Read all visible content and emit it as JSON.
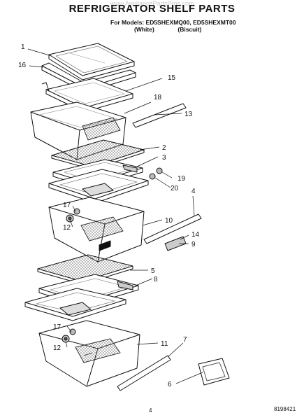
{
  "header": {
    "watermark": "www.AppliancePartsPros.com",
    "title": "REFRIGERATOR SHELF PARTS",
    "models_line": "For Models: ED5SHEXMQ00, ED5SHEXMT00",
    "color_white": "(White)",
    "color_biscuit": "(Biscuit)"
  },
  "footer": {
    "page_number": "4",
    "document_number": "8198421"
  },
  "callouts": [
    "1",
    "16",
    "15",
    "18",
    "13",
    "2",
    "3",
    "19",
    "20",
    "4",
    "17",
    "12",
    "10",
    "14",
    "9",
    "5",
    "8",
    "17",
    "12",
    "11",
    "7",
    "6"
  ]
}
